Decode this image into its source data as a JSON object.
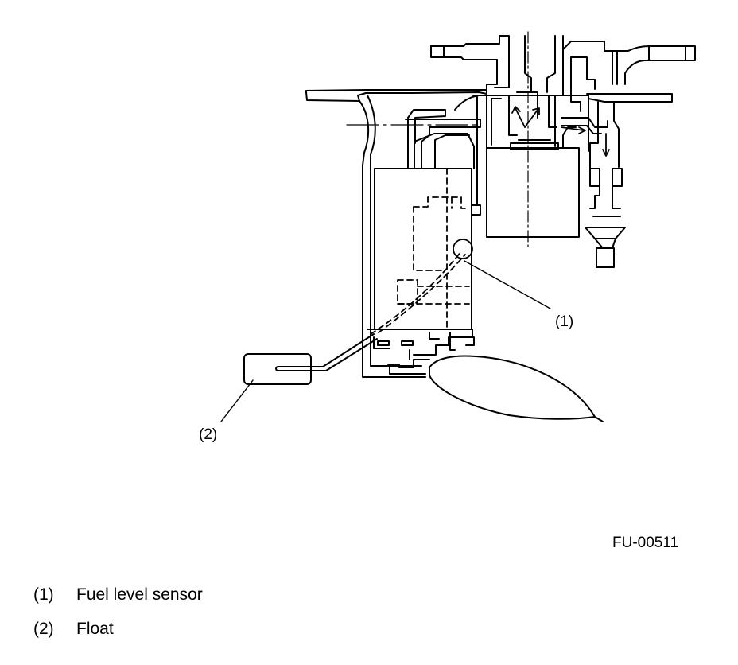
{
  "diagram": {
    "callouts": [
      {
        "id": "1",
        "text": "(1)"
      },
      {
        "id": "2",
        "text": "(2)"
      }
    ],
    "figure_id": "FU-00511"
  },
  "legend": {
    "items": [
      {
        "num": "(1)",
        "label": "Fuel level sensor"
      },
      {
        "num": "(2)",
        "label": "Float"
      }
    ]
  }
}
